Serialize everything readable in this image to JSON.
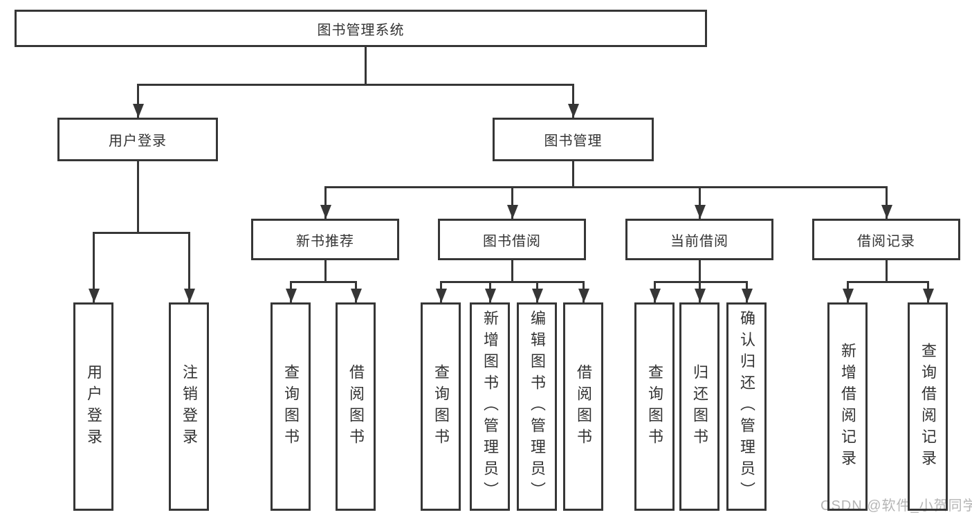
{
  "tree": {
    "label": "图书管理系统",
    "children": [
      {
        "label": "用户登录",
        "children": [
          {
            "label": "用户登录"
          },
          {
            "label": "注销登录"
          }
        ]
      },
      {
        "label": "图书管理",
        "children": [
          {
            "label": "新书推荐",
            "children": [
              {
                "label": "查询图书"
              },
              {
                "label": "借阅图书"
              }
            ]
          },
          {
            "label": "图书借阅",
            "children": [
              {
                "label": "查询图书"
              },
              {
                "label": "新增图书（管理员）"
              },
              {
                "label": "编辑图书（管理员）"
              },
              {
                "label": "借阅图书"
              }
            ]
          },
          {
            "label": "当前借阅",
            "children": [
              {
                "label": "查询图书"
              },
              {
                "label": "归还图书"
              },
              {
                "label": "确认归还（管理员）"
              }
            ]
          },
          {
            "label": "借阅记录",
            "children": [
              {
                "label": "新增借阅记录"
              },
              {
                "label": "查询借阅记录"
              }
            ]
          }
        ]
      }
    ]
  },
  "watermark": "CSDN @软件_小贺同学",
  "colors": {
    "line": "#363636",
    "text": "#333333",
    "background": "#ffffff",
    "watermark": "#b5b5b5"
  }
}
